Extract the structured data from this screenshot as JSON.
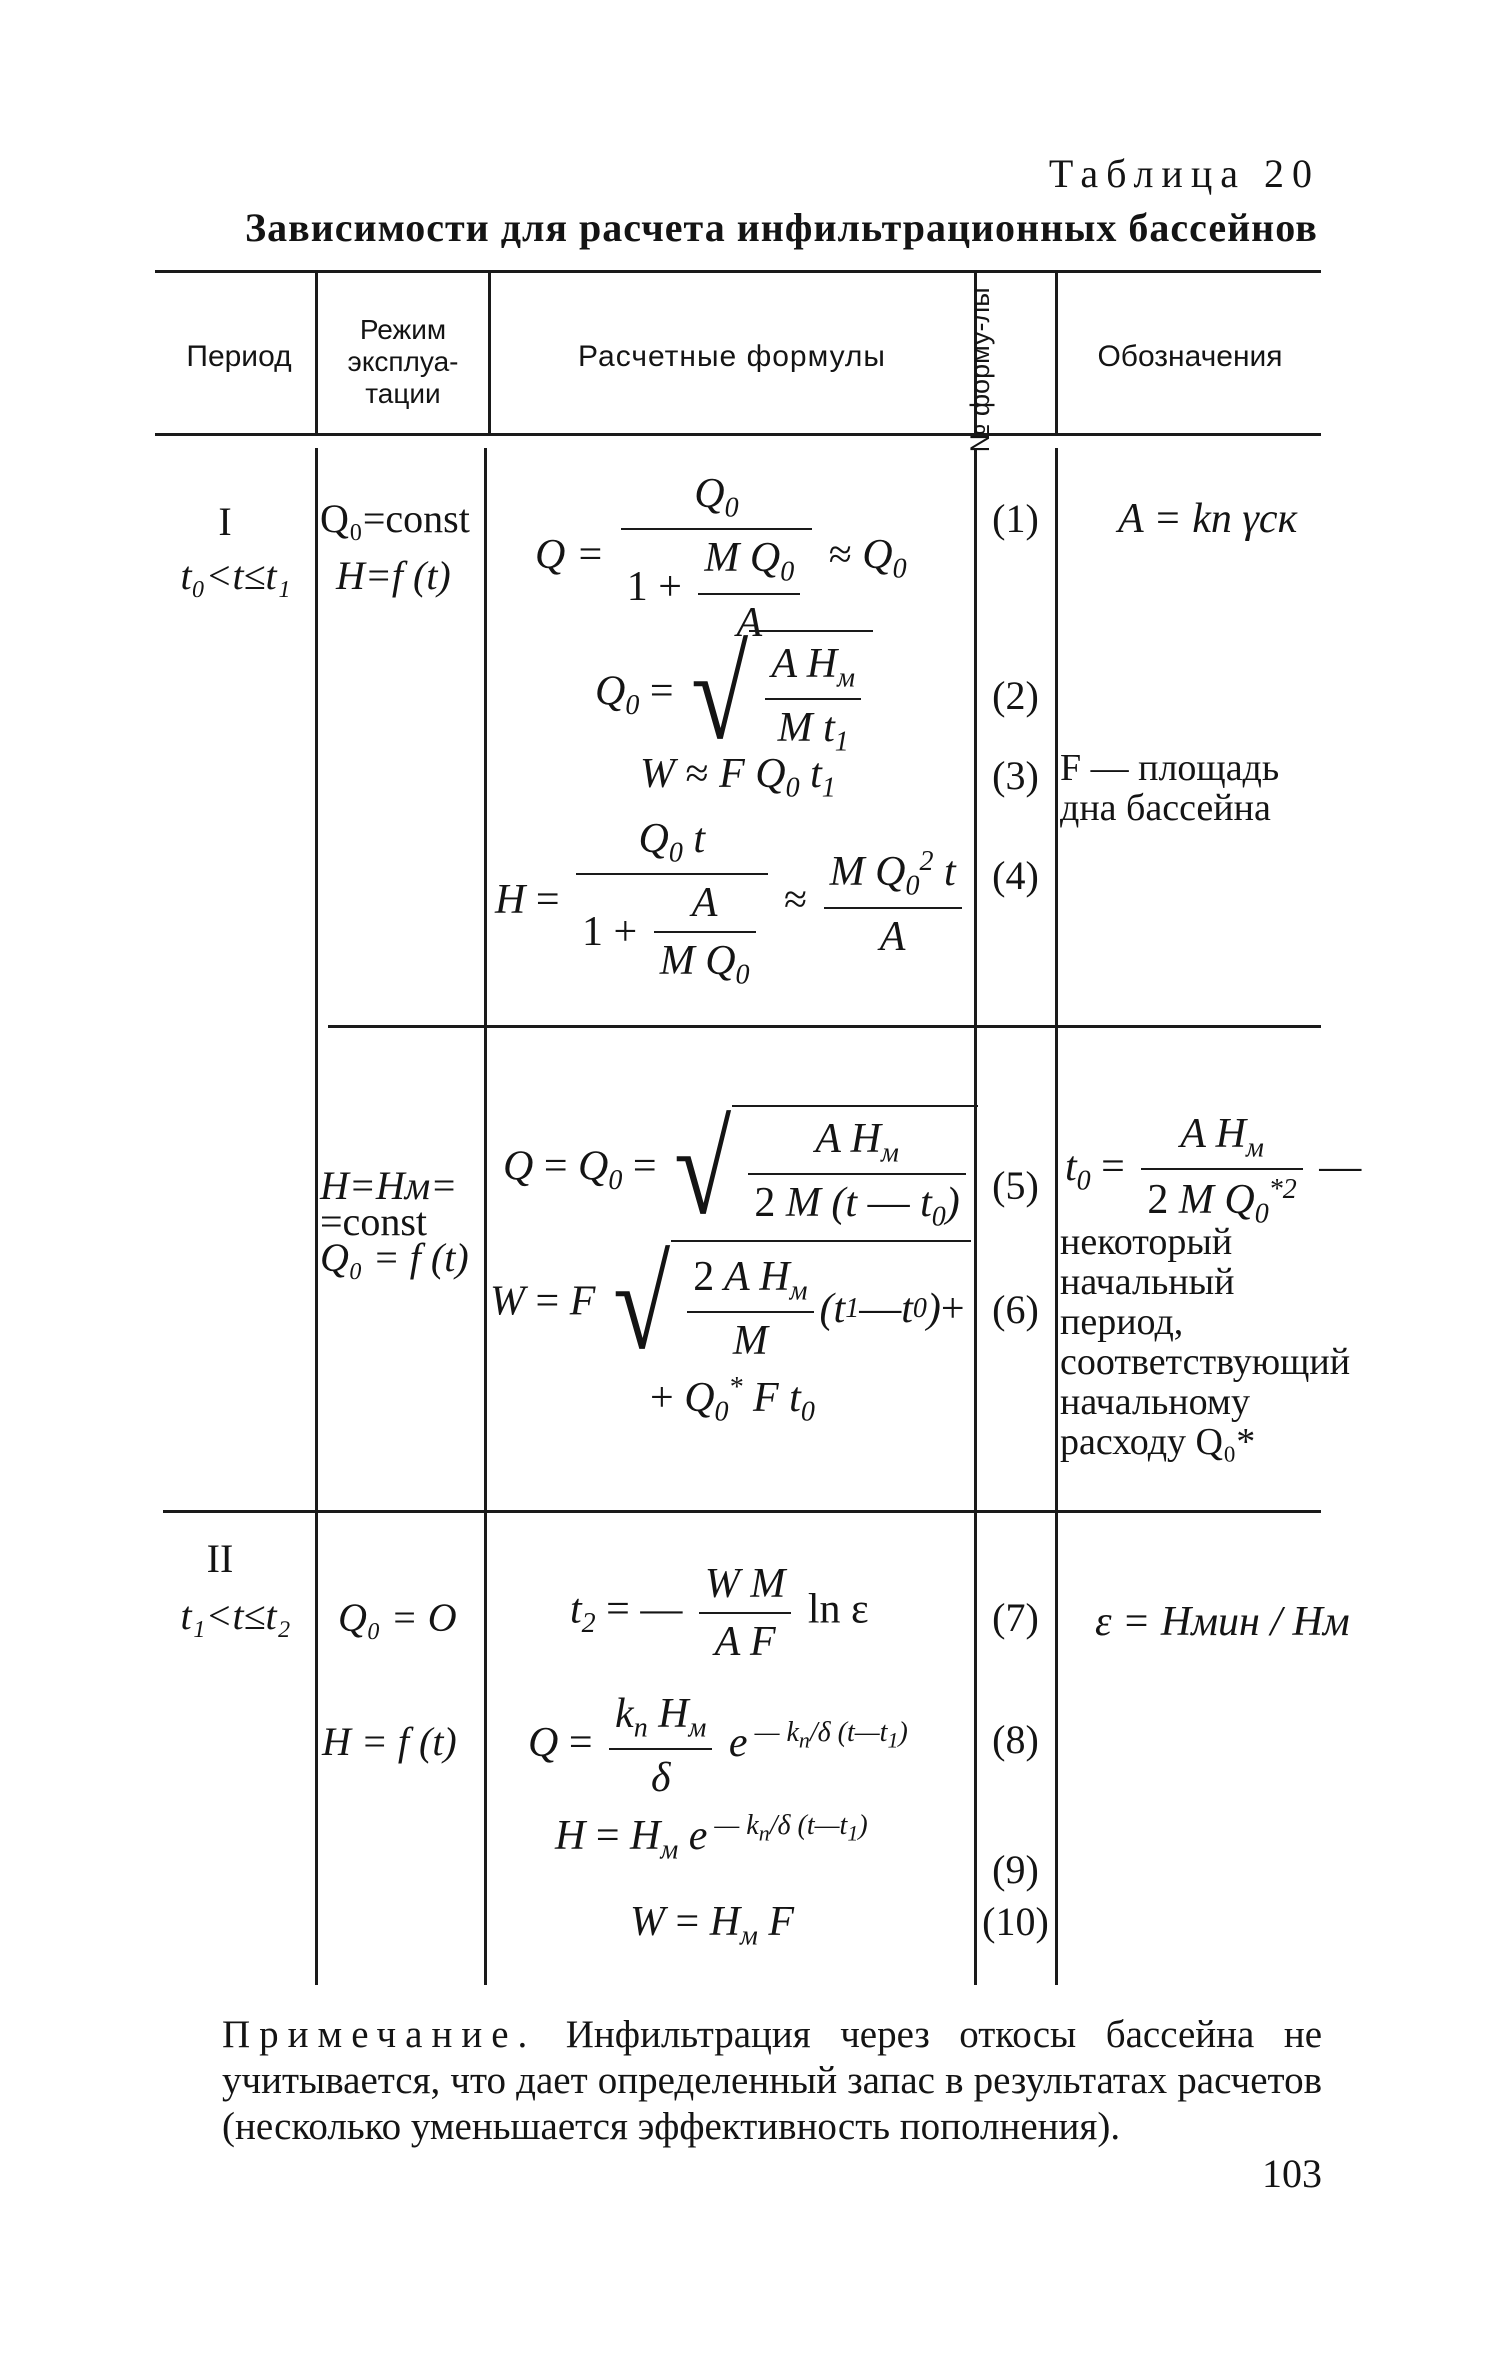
{
  "table_label": "Таблица 20",
  "title": "Зависимости для расчета инфильтрационных бассейнов",
  "headers": {
    "period": "Период",
    "regime": "Режим эксплуа-тации",
    "formulas": "Расчетные формулы",
    "number": "№ форму-лы",
    "notation": "Обозначения"
  },
  "rows": {
    "r1": {
      "period": "I",
      "period_range": "t₀<t≤t₁",
      "regime_1": "Q₀=const",
      "regime_2": "H=f (t)",
      "numbers": [
        "(1)",
        "(2)",
        "(3)",
        "(4)"
      ],
      "notation_1": "A = kп γск",
      "notation_2": "F — площадь дна бассейна"
    },
    "r2": {
      "regime_1": "H=Hм=",
      "regime_2": "=const",
      "regime_3": "Q₀ = f (t)",
      "numbers": [
        "(5)",
        "(6)"
      ],
      "notation_text": "некоторый начальный период, соответствующий начальному расходу Q₀*"
    },
    "r3": {
      "period": "II",
      "period_range": "t₁<t≤t₂",
      "regime_1": "Q₀ = O",
      "regime_2": "H = f (t)",
      "numbers": [
        "(7)",
        "(8)",
        "(9)",
        "(10)"
      ],
      "notation": "ε = Hмин / Hм"
    }
  },
  "note_title": "Примечание.",
  "note_text": "Инфильтрация через откосы бассейна не учитывается, что дает определенный запас в результатах расчетов (несколько уменьшается эффективность пополнения).",
  "page_number": "103"
}
